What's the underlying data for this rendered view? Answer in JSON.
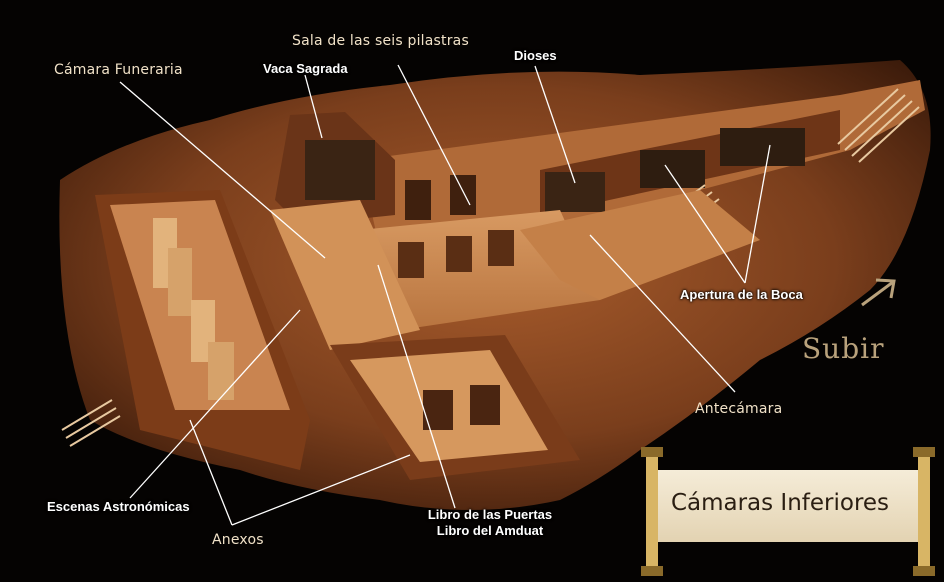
{
  "labels": {
    "sala_pilastras": "Sala de las seis pilastras",
    "camara_funeraria": "Cámara Funeraria",
    "vaca_sagrada": "Vaca Sagrada",
    "dioses": "Dioses",
    "apertura_boca": "Apertura de la Boca",
    "antecamara": "Antecámara",
    "escenas_astronomicas": "Escenas Astronómicas",
    "anexos": "Anexos",
    "libro_puertas": "Libro de las Puertas",
    "libro_amduat": "Libro del Amduat"
  },
  "nav": {
    "subir_label": "Subir",
    "subir_icon": "arrow-up-right-icon"
  },
  "scroll": {
    "title": "Cámaras Inferiores"
  },
  "colors": {
    "background": "#050302",
    "rock": "#8a4a22",
    "floor": "#c98a55",
    "wall": "#7a3f1c",
    "label_bold": "#ffffff",
    "label_thin": "#f1e2c8",
    "subir": "#b9a27c",
    "scroll_paper": "#ece0c6"
  }
}
